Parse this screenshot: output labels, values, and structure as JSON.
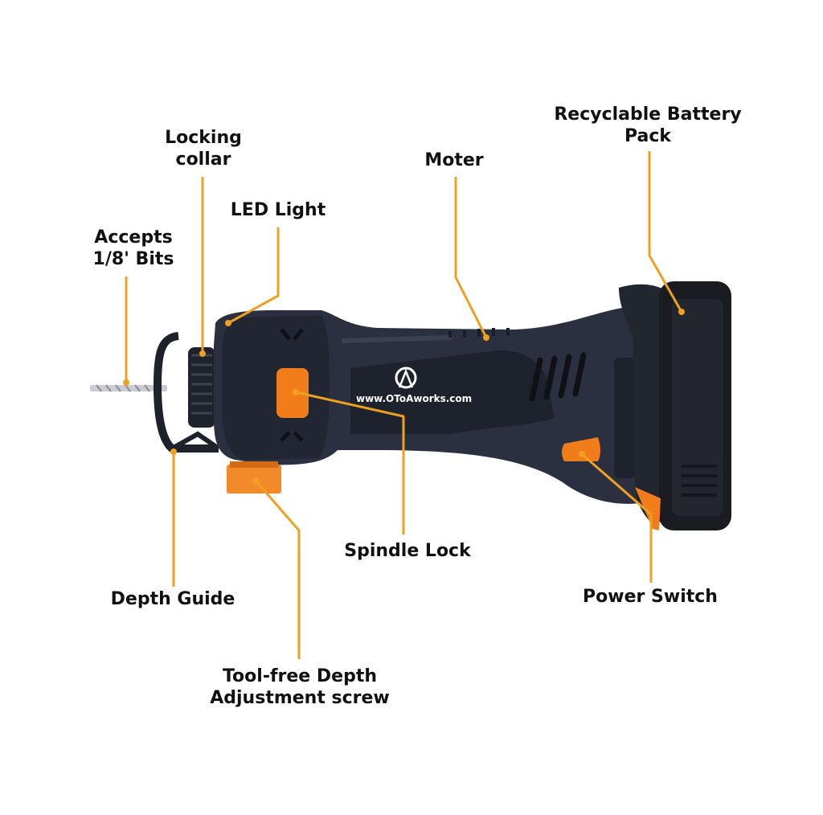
{
  "colors": {
    "leader": "#f0a020",
    "body": "#2b3040",
    "body_dark": "#1e222d",
    "accent": "#f07c1a",
    "battery": "#1a1c22",
    "text": "#111111"
  },
  "brand": {
    "url": "www.OToAworks.com",
    "logo_icon": "otoa-logo-icon"
  },
  "labels": {
    "locking_collar": [
      "Locking",
      "collar"
    ],
    "led_light": "LED Light",
    "accepts_bits": [
      "Accepts",
      "1/8' Bits"
    ],
    "moter": "Moter",
    "battery_pack": [
      "Recyclable Battery",
      "Pack"
    ],
    "spindle_lock": "Spindle Lock",
    "depth_guide": "Depth Guide",
    "power_switch": "Power Switch",
    "depth_screw": [
      "Tool-free Depth",
      "Adjustment screw"
    ]
  }
}
